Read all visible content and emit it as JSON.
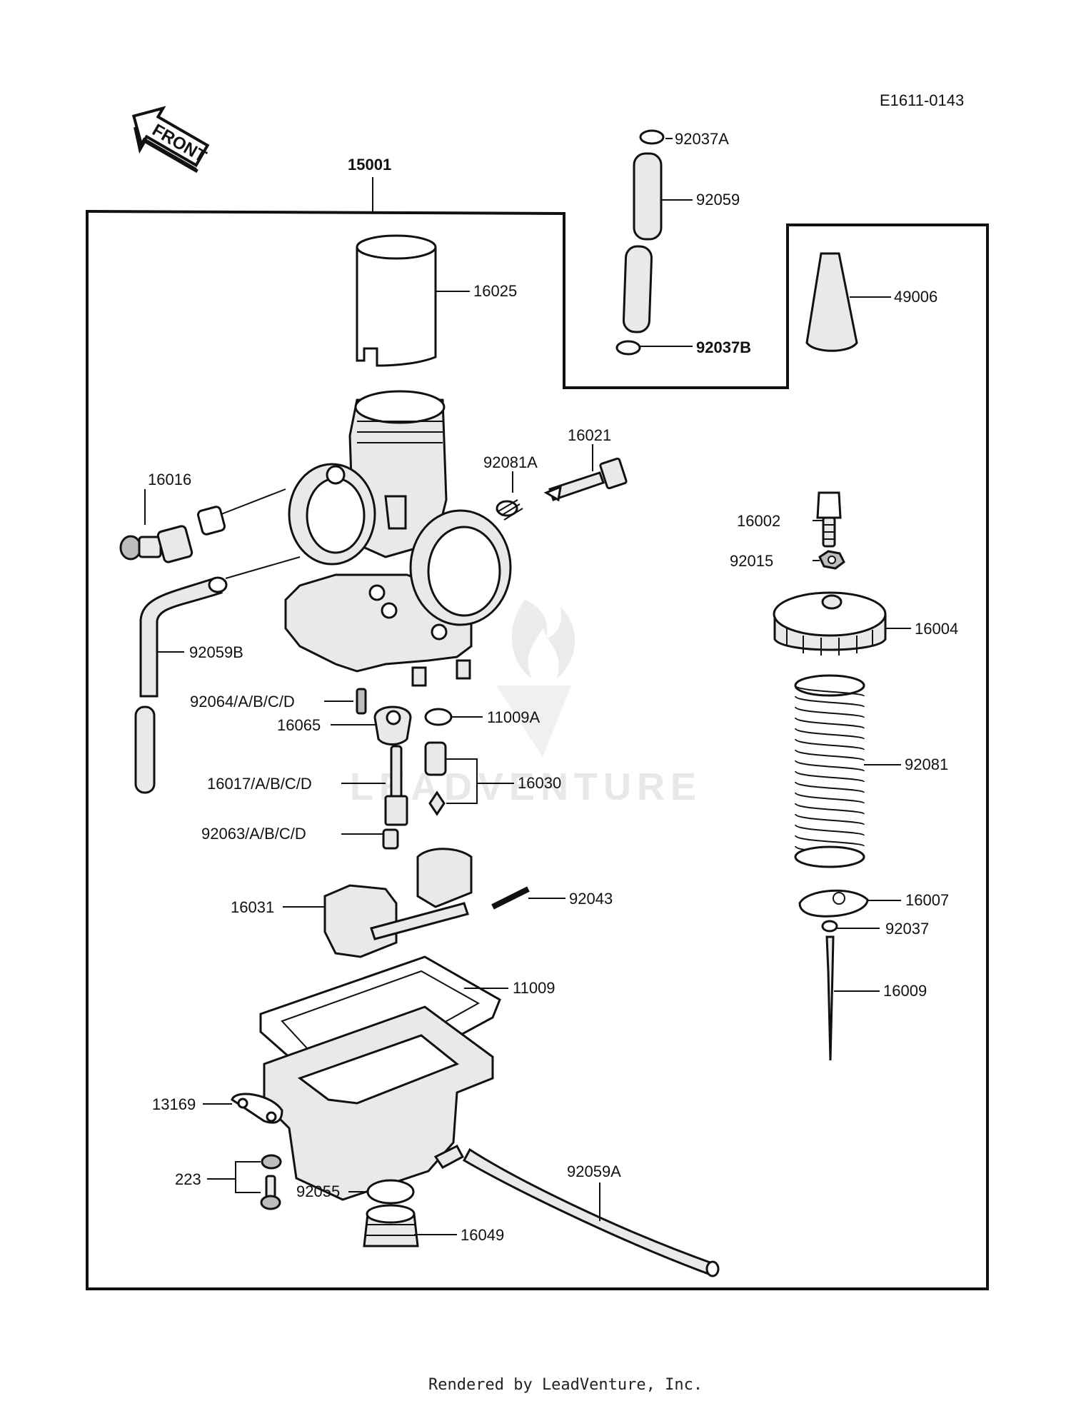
{
  "diagram_code": "E1611-0143",
  "front_arrow_label": "FRONT",
  "assembly_label": "15001",
  "parts": [
    {
      "id": "92037A",
      "label": "92037A"
    },
    {
      "id": "92059",
      "label": "92059"
    },
    {
      "id": "16025",
      "label": "16025"
    },
    {
      "id": "49006",
      "label": "49006"
    },
    {
      "id": "92037B",
      "label": "92037B"
    },
    {
      "id": "16021",
      "label": "16021"
    },
    {
      "id": "92081A",
      "label": "92081A"
    },
    {
      "id": "16016",
      "label": "16016"
    },
    {
      "id": "16002",
      "label": "16002"
    },
    {
      "id": "92015",
      "label": "92015"
    },
    {
      "id": "16004",
      "label": "16004"
    },
    {
      "id": "92059B",
      "label": "92059B"
    },
    {
      "id": "92064",
      "label": "92064/A/B/C/D"
    },
    {
      "id": "11009A",
      "label": "11009A"
    },
    {
      "id": "16065",
      "label": "16065"
    },
    {
      "id": "92081",
      "label": "92081"
    },
    {
      "id": "16030",
      "label": "16030"
    },
    {
      "id": "16017",
      "label": "16017/A/B/C/D"
    },
    {
      "id": "92063",
      "label": "92063/A/B/C/D"
    },
    {
      "id": "92043",
      "label": "92043"
    },
    {
      "id": "16007",
      "label": "16007"
    },
    {
      "id": "16031",
      "label": "16031"
    },
    {
      "id": "92037",
      "label": "92037"
    },
    {
      "id": "11009",
      "label": "11009"
    },
    {
      "id": "16009",
      "label": "16009"
    },
    {
      "id": "13169",
      "label": "13169"
    },
    {
      "id": "92059A",
      "label": "92059A"
    },
    {
      "id": "223",
      "label": "223"
    },
    {
      "id": "92055",
      "label": "92055"
    },
    {
      "id": "16049",
      "label": "16049"
    }
  ],
  "watermark": "LEADVENTURE",
  "footer": "Rendered by LeadVenture, Inc."
}
